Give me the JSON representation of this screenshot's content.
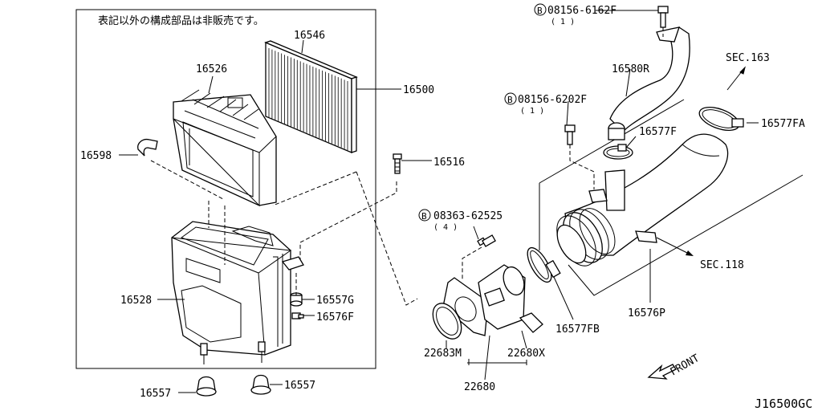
{
  "note": "表記以外の構成部品は非販売です。",
  "diagram_code": "J16500GC",
  "front_label": "FRONT",
  "sections": {
    "sec163": "SEC.163",
    "sec118": "SEC.118"
  },
  "parts": {
    "p16546": "16546",
    "p16526": "16526",
    "p16500": "16500",
    "p16598": "16598",
    "p16516": "16516",
    "p16528": "16528",
    "p16557g": "16557G",
    "p16576f": "16576F",
    "p16557_left": "16557",
    "p16557_right": "16557",
    "p16580r": "16580R",
    "p16577f": "16577F",
    "p16577fa": "16577FA",
    "p16576p": "16576P",
    "p16577fb": "16577FB",
    "p22683m": "22683M",
    "p22680x": "22680X",
    "p22680": "22680"
  },
  "bolts": {
    "b1": {
      "code": "08156-6162F",
      "qty": "( 1 )"
    },
    "b2": {
      "code": "08156-6202F",
      "qty": "( 1 )"
    },
    "b3": {
      "code": "08363-62525",
      "qty": "( 4 )"
    }
  },
  "bolt_marker": "B"
}
